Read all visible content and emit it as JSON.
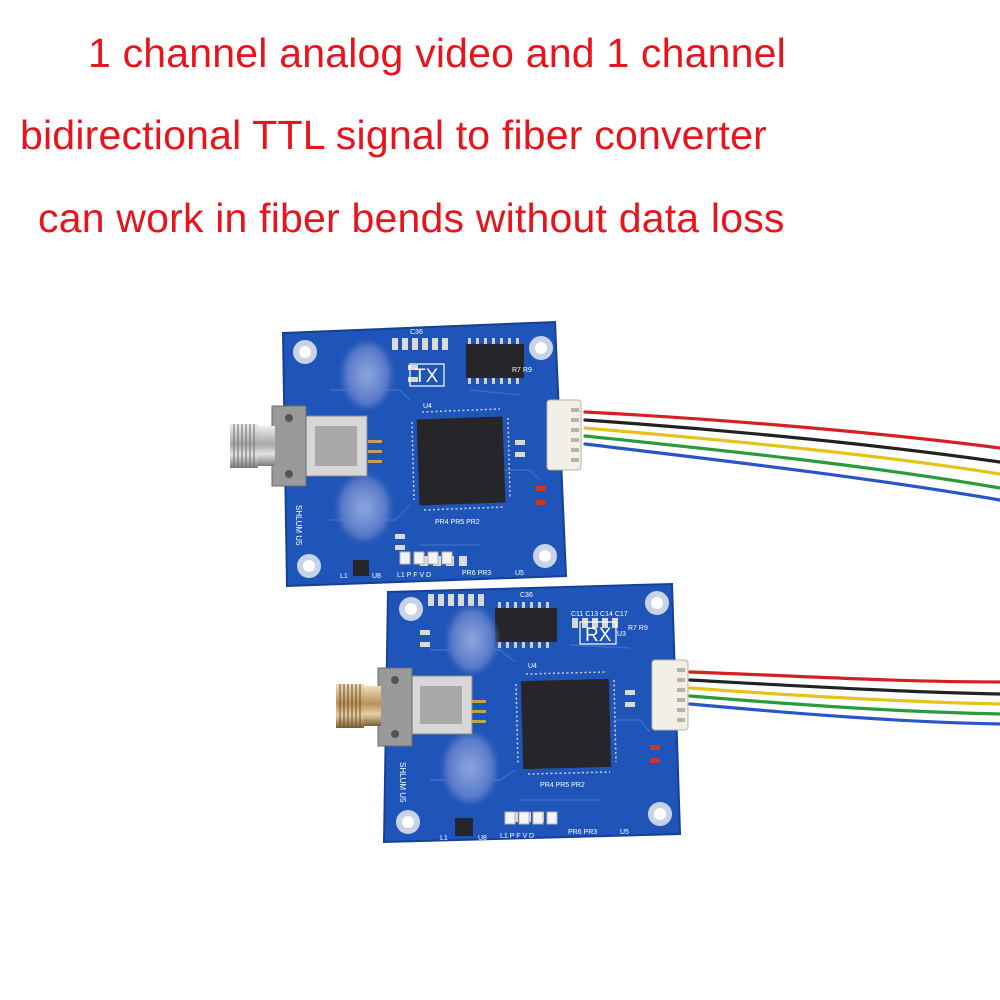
{
  "headline": {
    "line1": "1 channel analog video and 1 channel",
    "line2": "bidirectional TTL signal to fiber converter",
    "line3": "can work in fiber bends without data loss"
  },
  "colors": {
    "headline": "#e8141c",
    "pcb": "#1f55b8",
    "pcb_edge": "#15409a",
    "chip": "#26262a",
    "fiber_connector_tx": "#b9b9b9",
    "fiber_connector_rx": "#c9a36b",
    "wires": [
      "#d42020",
      "#222222",
      "#e6c31a",
      "#2a9a3a",
      "#2a55c8"
    ]
  },
  "tx_board": {
    "label": "TX",
    "silk": {
      "cap": "C36",
      "resistors": "R7 R9",
      "chip": "U4",
      "pr": "PR4  PR5  PR2",
      "pr_bottom": "PR6  PR3",
      "leds": "L1  P  F  V  D",
      "module": "SHLUM U5",
      "inductor": "L1",
      "u8": "U8",
      "u5": "U5"
    }
  },
  "rx_board": {
    "label": "RX",
    "silk": {
      "cap": "C36",
      "caps_row": "C11 C13 C14 C17",
      "resistors": "R7 R9",
      "chip": "U4",
      "u3": "U3",
      "pr": "PR4  PR5  PR2",
      "pr_bottom": "PR6  PR3",
      "leds": "L1  P  F  V  D",
      "module": "SHLUM U5",
      "inductor": "L1",
      "u8": "U8",
      "u5": "U5"
    }
  }
}
